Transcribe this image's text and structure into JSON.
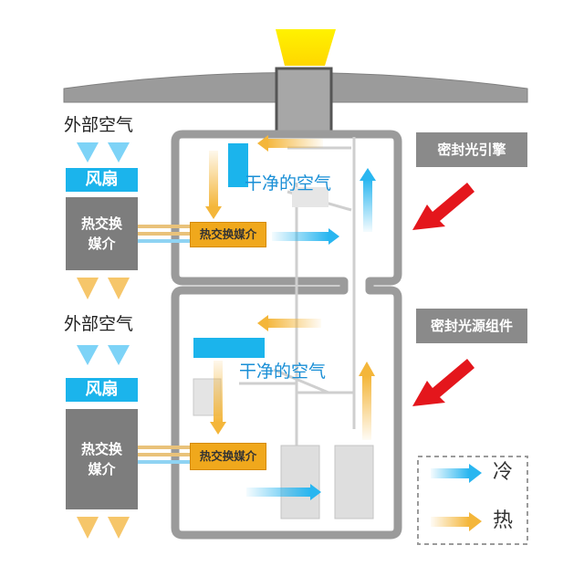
{
  "labels": {
    "outside_air_top": "外部空气",
    "outside_air_bottom": "外部空气",
    "fan_top": "风扇",
    "fan_bottom": "风扇",
    "heat_exchange_medium_top": [
      "热交换",
      "媒介"
    ],
    "heat_exchange_medium_bottom": [
      "热交换",
      "媒介"
    ],
    "medium_box_top": "热交换媒介",
    "medium_box_bottom": "热交换媒介",
    "clean_air_top": "干净的空气",
    "clean_air_bottom": "干净的空气",
    "sealed_engine": "密封光引擎",
    "sealed_light_source": "密封光源组件"
  },
  "legend": {
    "cold": "冷",
    "hot": "热"
  },
  "colors": {
    "cold": "#29b6f0",
    "hot": "#f4b63a",
    "red_arrow": "#e4161c",
    "structure": "#9b9b9b",
    "fan": "#1bb4ec",
    "medium": "#f0a81c",
    "light_beam": "#ffe600"
  }
}
